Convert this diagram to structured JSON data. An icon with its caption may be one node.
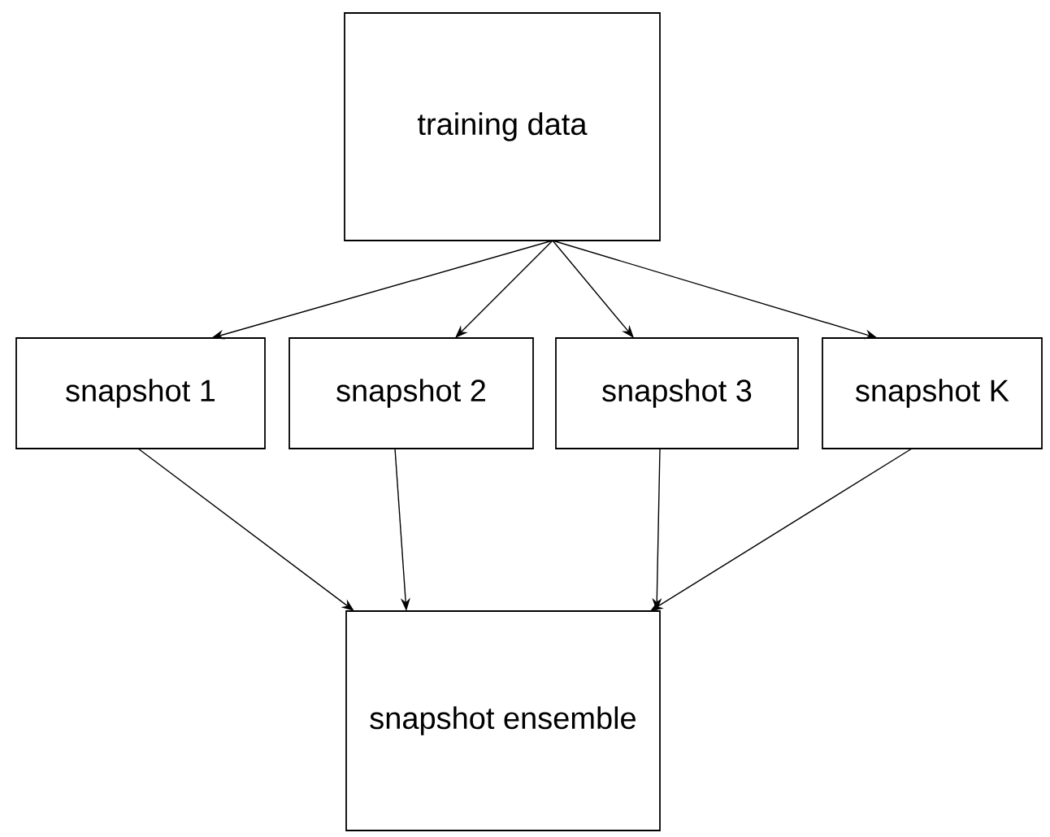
{
  "diagram": {
    "nodes": [
      {
        "text": [
          "training data"
        ]
      },
      {
        "text": [
          "snapshot 1"
        ]
      },
      {
        "text": [
          "snapshot 2"
        ]
      },
      {
        "text": [
          "snapshot 3"
        ]
      },
      {
        "text": [
          "snapshot K"
        ]
      },
      {
        "text": [
          "snapshot ensemble"
        ]
      }
    ],
    "edges": [
      {
        "from": 0,
        "to": 1,
        "arrow": "to"
      },
      {
        "from": 0,
        "to": 2,
        "arrow": "to"
      },
      {
        "from": 0,
        "to": 3,
        "arrow": "to"
      },
      {
        "from": 0,
        "to": 4,
        "arrow": "to"
      },
      {
        "from": 1,
        "to": 5,
        "arrow": "to"
      },
      {
        "from": 2,
        "to": 5,
        "arrow": "to"
      },
      {
        "from": 3,
        "to": 5,
        "arrow": "to"
      },
      {
        "from": 4,
        "to": 5,
        "arrow": "to"
      }
    ]
  }
}
